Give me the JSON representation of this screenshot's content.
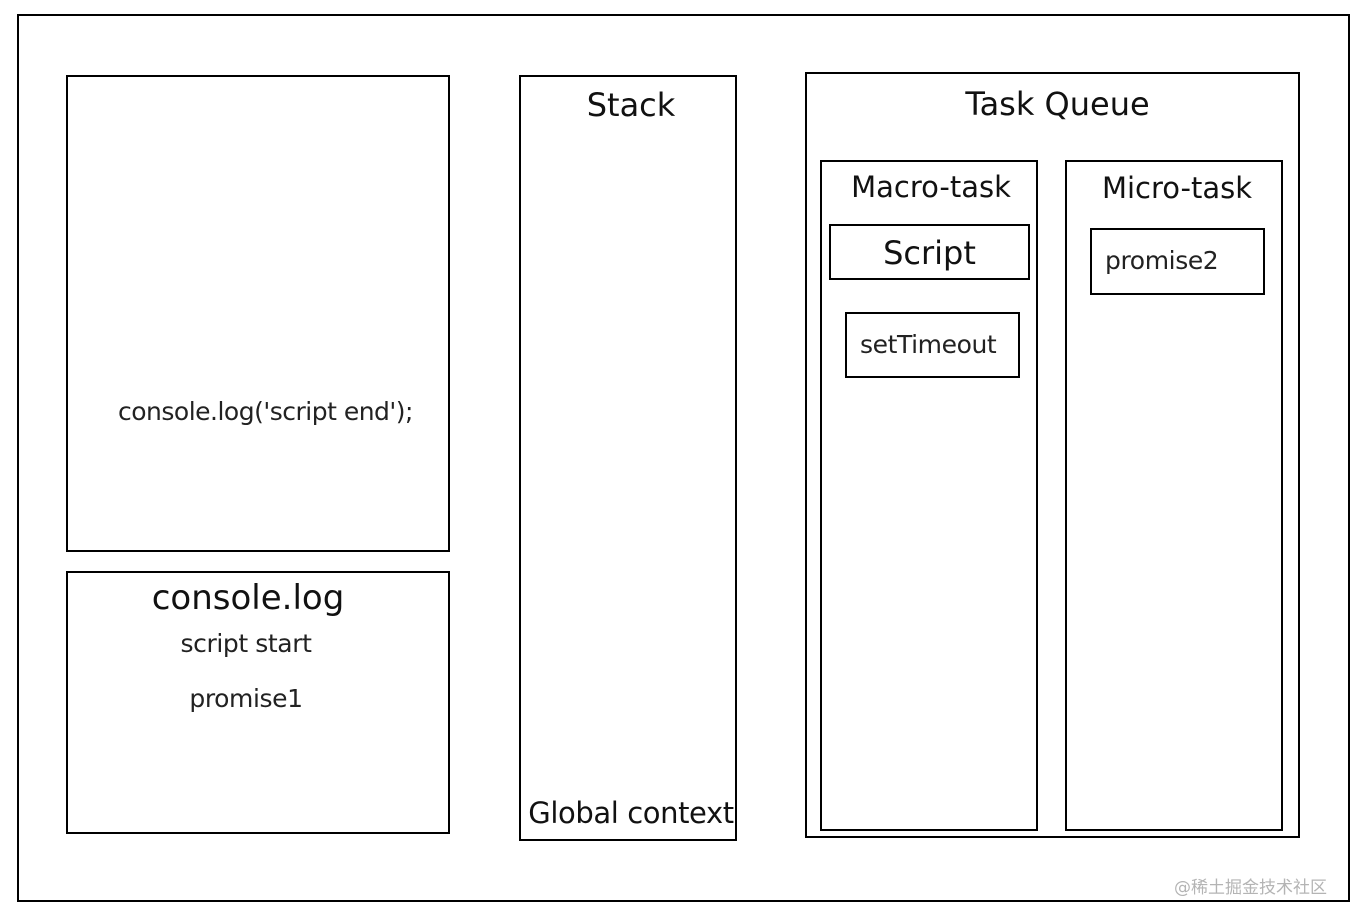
{
  "code": {
    "line": "console.log('script end');"
  },
  "console": {
    "title": "console.log",
    "lines": [
      "script start",
      "promise1"
    ]
  },
  "stack": {
    "title": "Stack",
    "items": [
      "Global context"
    ]
  },
  "task_queue": {
    "title": "Task Queue",
    "macro": {
      "title": "Macro-task",
      "items": [
        "Script",
        "setTimeout"
      ]
    },
    "micro": {
      "title": "Micro-task",
      "items": [
        "promise2"
      ]
    }
  },
  "watermark": "@稀土掘金技术社区"
}
